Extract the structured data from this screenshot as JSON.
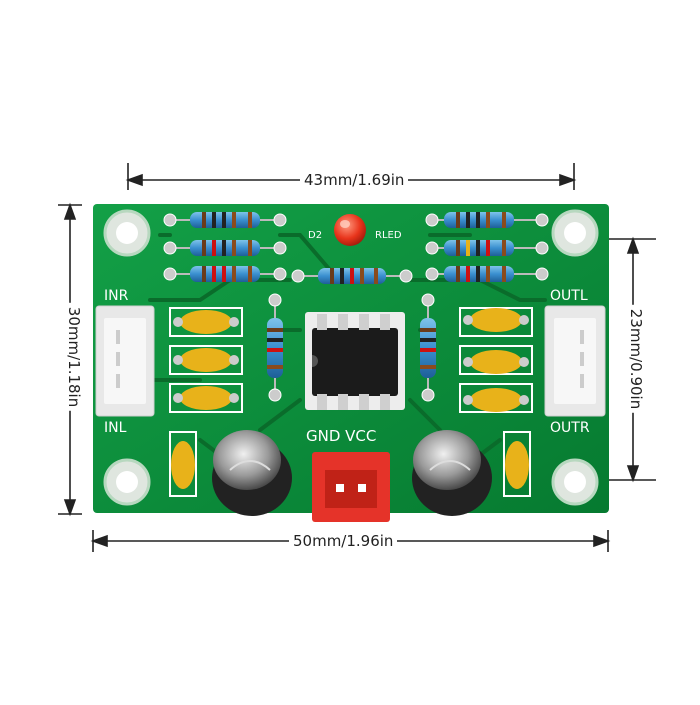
{
  "dimensions": {
    "top_width": "43mm/1.69in",
    "bottom_width": "50mm/1.96in",
    "left_height": "30mm/1.18in",
    "right_height": "23mm/0.90in"
  },
  "board": {
    "labels": {
      "inr": "INR",
      "inl": "INL",
      "outl": "OUTL",
      "outr": "OUTR",
      "gnd_vcc": "GND VCC",
      "d2": "D2",
      "rled": "RLED"
    },
    "colors": {
      "pcb": "#0b8a3a",
      "capacitor": "#e8b21a",
      "connector": "#e53329",
      "ic": "#1b1b1b"
    }
  }
}
